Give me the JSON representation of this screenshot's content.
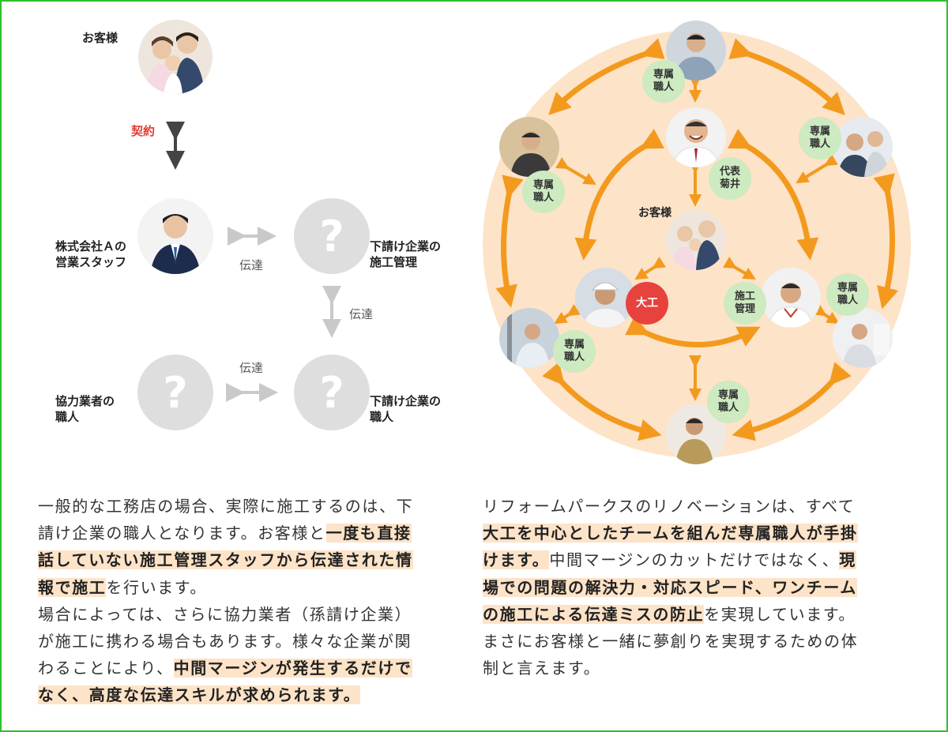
{
  "left_diagram": {
    "customer_label": "お客様",
    "contract_label": "契約",
    "sales_label_line1": "株式会社Ａの",
    "sales_label_line2": "営業スタッフ",
    "sub_mgmt_line1": "下請け企業の",
    "sub_mgmt_line2": "施工管理",
    "partner_line1": "協力業者の",
    "partner_line2": "職人",
    "sub_worker_line1": "下請け企業の",
    "sub_worker_line2": "職人",
    "relay_label": "伝達",
    "unknown_mark": "?"
  },
  "right_diagram": {
    "customer_label": "お客様",
    "president_badge": "代表\n菊井",
    "carpenter_badge": "大工",
    "manager_badge": "施工\n管理",
    "exclusive_badge": "専属\n職人"
  },
  "colors": {
    "orange": "#f39a1e",
    "circle_bg": "#fde3c8",
    "badge_green": "#cdeac0",
    "badge_red": "#e8423e",
    "highlight": "#fde3c8",
    "frame": "#2fbf2f"
  },
  "left_text": {
    "l1": "一般的な工務店の場合、実際に施工するのは、下",
    "l2a": "請け企業の職人となります。お客様と",
    "l2b": "一度も直接",
    "l3": "話していない施工管理スタッフから伝達された情",
    "l4a": "報で施工",
    "l4b": "を行います。",
    "l5": "場合によっては、さらに協力業者（孫請け企業）",
    "l6": "が施工に携わる場合もあります。様々な企業が関",
    "l7a": "わることにより、",
    "l7b": "中間マージンが発生するだけで",
    "l8": "なく、高度な伝達スキルが求められます。"
  },
  "right_text": {
    "l1": "リフォームパークスのリノベーションは、すべて",
    "l2": "大工を中心としたチームを組んだ専属職人が手掛",
    "l3a": "けます。",
    "l3b": "中間マージンのカットだけではなく、",
    "l3c": "現",
    "l4": "場での問題の解決力・対応スピード、ワンチーム",
    "l5a": "の施工による伝達ミスの防止",
    "l5b": "を実現しています。",
    "l6": "まさにお客様と一緒に夢創りを実現するための体",
    "l7": "制と言えます。"
  }
}
